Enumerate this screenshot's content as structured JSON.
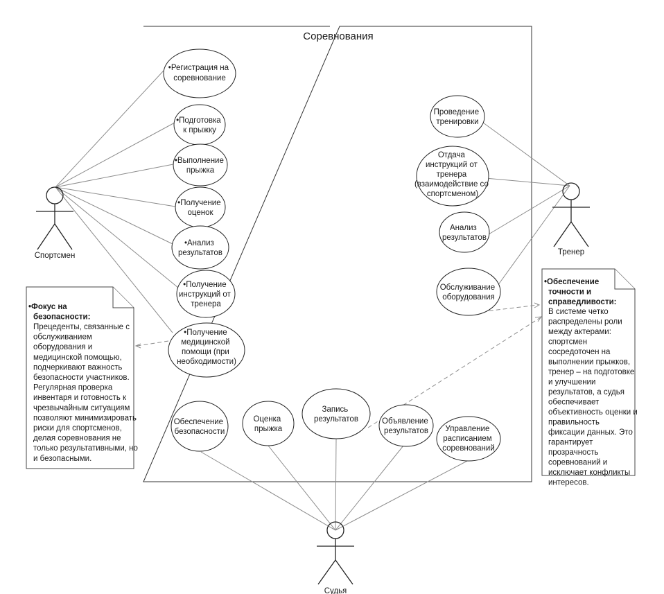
{
  "system": {
    "title": "Соревнования"
  },
  "actors": {
    "athlete": "Спортсмен",
    "coach": "Тренер",
    "judge": "Судья"
  },
  "use_cases": {
    "athlete": [
      [
        "•Регистрация на",
        "соревнование"
      ],
      [
        "•Подготовка",
        "к прыжку"
      ],
      [
        "•Выполнение",
        "прыжка"
      ],
      [
        "•Получение",
        "оценок"
      ],
      [
        "•Анализ",
        "результатов"
      ],
      [
        "•Получение",
        "инструкций от",
        "тренера"
      ],
      [
        "•Получение",
        "медицинской",
        "помощи (при",
        "необходимости)"
      ]
    ],
    "coach": [
      [
        "Проведение",
        "тренировки"
      ],
      [
        "Отдача",
        "инструкций от",
        "тренера",
        "(взаимодействие со",
        "спортсменом)"
      ],
      [
        "Анализ",
        "результатов"
      ],
      [
        "Обслуживание",
        "оборудования"
      ]
    ],
    "judge": [
      [
        "Обеспечение",
        "безопасности"
      ],
      [
        "Оценка",
        "прыжка"
      ],
      [
        "Запись",
        "результатов"
      ],
      [
        "Объявление",
        "результатов"
      ],
      [
        "Управление",
        "расписанием",
        "соревнований"
      ]
    ]
  },
  "notes": {
    "safety": {
      "title": [
        "•Фокус на",
        "безопасности:"
      ],
      "body": [
        "Прецеденты, связанные с",
        "обслуживанием",
        "оборудования и",
        "медицинской помощью,",
        "подчеркивают важность",
        "безопасности участников.",
        "Регулярная проверка",
        "инвентаря и готовность к",
        "чрезвычайным ситуациям",
        "позволяют минимизировать",
        "риски для спортсменов,",
        "делая соревнования не",
        "только результативными, но",
        "и безопасными."
      ]
    },
    "accuracy": {
      "title": [
        "•Обеспечение",
        "точности и",
        "справедливости:"
      ],
      "body": [
        "В системе четко",
        "распределены роли",
        "между актерами:",
        "спортсмен",
        "сосредоточен на",
        "выполнении прыжков,",
        "тренер – на подготовке",
        "и улучшении",
        "результатов, а судья",
        "обеспечивает",
        "объективность оценки и",
        "правильность",
        "фиксации данных. Это",
        "гарантирует",
        "прозрачность",
        "соревнований и",
        "исключает конфликты",
        "интересов."
      ]
    }
  }
}
